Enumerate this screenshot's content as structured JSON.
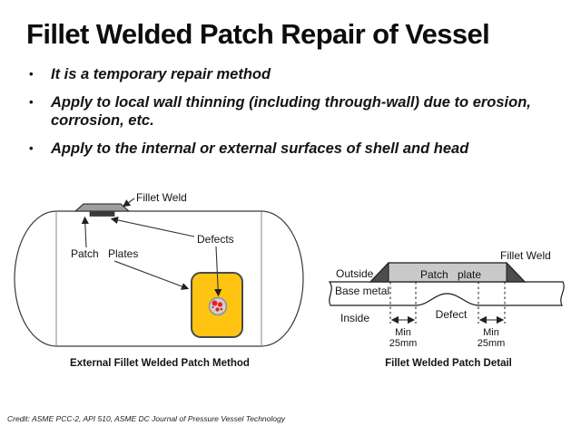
{
  "title": "Fillet Welded Patch Repair of Vessel",
  "bullets": [
    "It is a temporary repair method",
    "Apply to local wall thinning  (including through-wall) due to erosion, corrosion, etc.",
    "Apply to the internal or external surfaces of shell and head"
  ],
  "bullet_glyph": "•",
  "left_diagram": {
    "labels": {
      "fillet_weld": "Fillet Weld",
      "patch": "Patch",
      "plates": "Plates",
      "defects": "Defects"
    },
    "caption": "External Fillet Welded Patch Method"
  },
  "right_diagram": {
    "labels": {
      "fillet_weld": "Fillet Weld",
      "outside": "Outside",
      "patch_word": "Patch",
      "plate_word": "plate",
      "base_metal": "Base metal",
      "inside": "Inside",
      "defect": "Defect",
      "min_left_line1": "Min",
      "min_left_line2": "25mm",
      "min_right_line1": "Min",
      "min_right_line2": "25mm"
    },
    "caption": "Fillet Welded Patch Detail"
  },
  "credit": "Credit: ASME PCC-2, API  510, ASME DC Journal of Pressure Vessel Technology",
  "colors": {
    "patch_yellow": "#FFC412",
    "patch_gray": "#9E9E9E",
    "covered_defect_dark": "#3C3C3C",
    "patch_plate_gray": "#C9C9C9",
    "weld_dark": "#4D4D4D",
    "defect_red": "#EC1C24"
  }
}
